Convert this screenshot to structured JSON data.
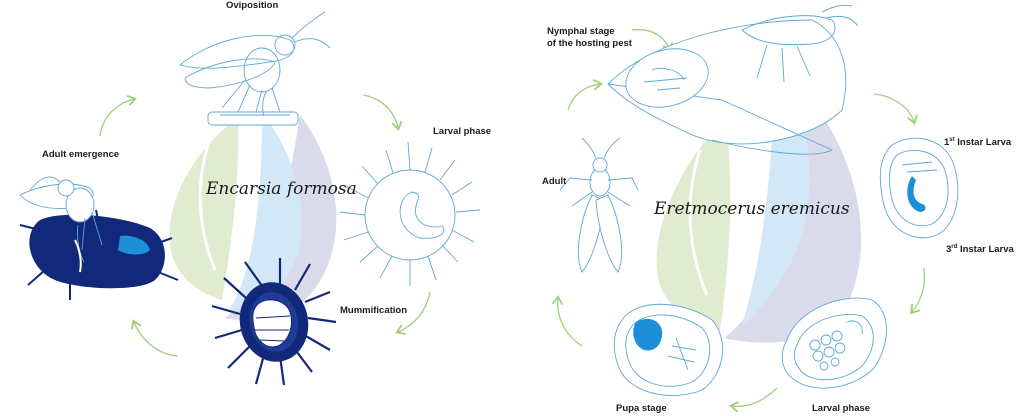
{
  "left": {
    "species": "Encarsia formosa",
    "stages": {
      "oviposition": "Oviposition",
      "larval_phase": "Larval phase",
      "mummification": "Mummification",
      "adult_emergence": "Adult emergence"
    }
  },
  "right": {
    "species": "Eretmocerus eremicus",
    "stages": {
      "nymphal_line1": "Nymphal stage",
      "nymphal_line2": "of the hosting pest",
      "instar1_num": "1",
      "instar1_sup": "st",
      "instar1_text": "Instar Larva",
      "instar3_num": "3",
      "instar3_sup": "rd",
      "instar3_text": "Instar Larva",
      "larval_phase": "Larval phase",
      "pupa_stage": "Pupa stage",
      "adult": "Adult"
    }
  },
  "colors": {
    "line_blue": "#5fa8d3",
    "navy": "#12287a",
    "bright_blue": "#1b8fd8",
    "green_leaf": "#e1ebd0",
    "light_blue_leaf": "#d2e8f6",
    "lavender_leaf": "#d9dbeb",
    "arrow_green": "#9fcf7a"
  }
}
